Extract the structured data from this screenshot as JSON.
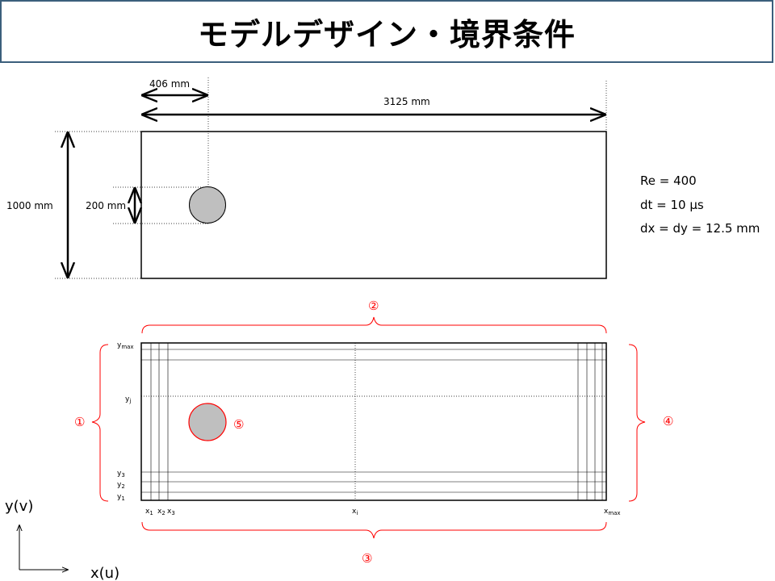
{
  "title": "モデルデザイン・境界条件",
  "dimensions": {
    "cylinder_offset": "406 mm",
    "domain_length": "3125 mm",
    "domain_height": "1000 mm",
    "cylinder_diameter": "200 mm"
  },
  "parameters": {
    "re": "Re = 400",
    "dt": "dt = 10 μs",
    "dx": "dx = dy = 12.5 mm"
  },
  "grid_labels": {
    "x1": "x",
    "x1_sub": "1",
    "x2": "x",
    "x2_sub": "2",
    "x3": "x",
    "x3_sub": "3",
    "xi": "x",
    "xi_sub": "i",
    "xmax": "x",
    "xmax_sub": "max",
    "y1": "y",
    "y1_sub": "1",
    "y2": "y",
    "y2_sub": "2",
    "y3": "y",
    "y3_sub": "3",
    "yj": "y",
    "yj_sub": "j",
    "ymax": "y",
    "ymax_sub": "max"
  },
  "boundaries": {
    "b1": "①",
    "b2": "②",
    "b3": "③",
    "b4": "④",
    "b5": "⑤"
  },
  "axes": {
    "y": "y(v)",
    "x": "x(u)"
  },
  "colors": {
    "title_border": "#3b5f7c",
    "boundary": "#ff0000",
    "cylinder_fill": "#bfbfbf"
  }
}
